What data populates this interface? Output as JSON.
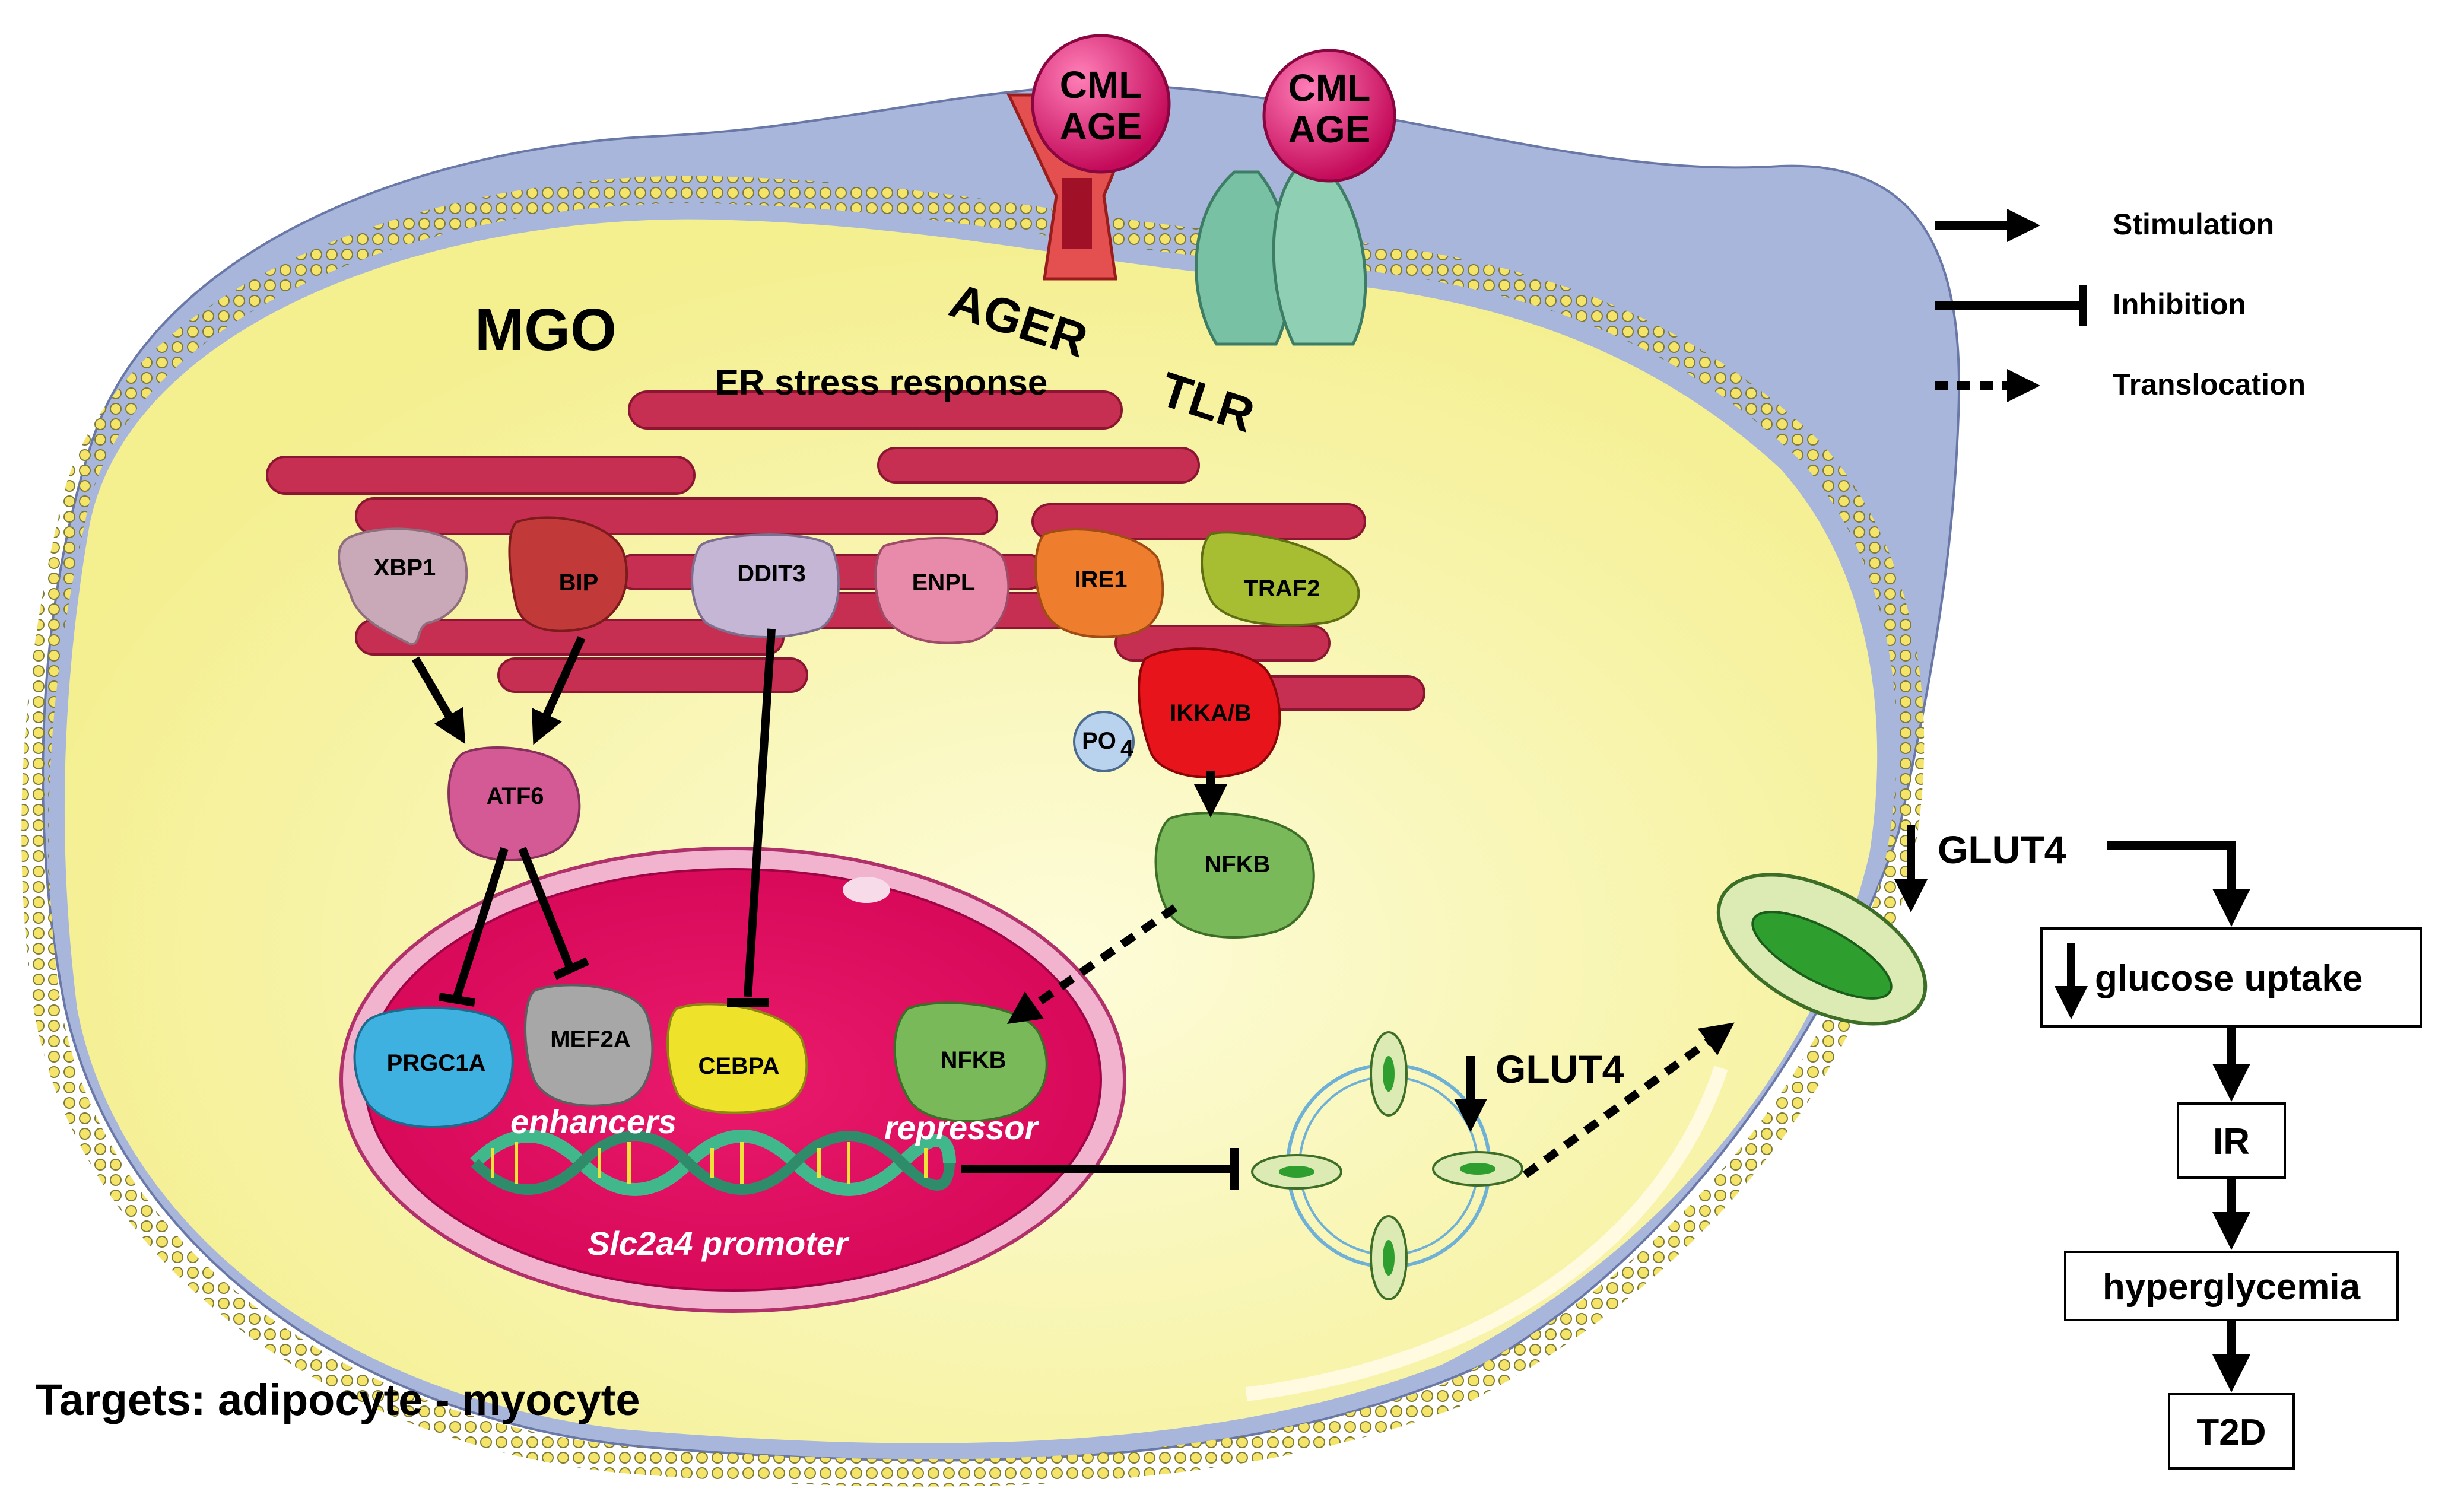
{
  "labels": {
    "mgo": "MGO",
    "er_stress": "ER stress response",
    "ager": "AGER",
    "tlr": "TLR",
    "cml1": "CML",
    "age1": "AGE",
    "cml2": "CML",
    "age2": "AGE",
    "targets": "Targets: adipocyte - myocyte",
    "enhancers": "enhancers",
    "repressor": "repressor",
    "promoter": "Slc2a4 promoter",
    "glut4_vesicle": "GLUT4",
    "glut4_membrane": "GLUT4",
    "po4": "PO",
    "po4_sub": "4"
  },
  "proteins": {
    "xbp1": "XBP1",
    "bip": "BIP",
    "ddit3": "DDIT3",
    "enpl": "ENPL",
    "ire1": "IRE1",
    "traf2": "TRAF2",
    "ikka": "IKKA/B",
    "atf6": "ATF6",
    "nfkb_cyto": "NFKB",
    "prgc1a": "PRGC1A",
    "mef2a": "MEF2A",
    "cebpa": "CEBPA",
    "nfkb_nuc": "NFKB"
  },
  "legend": {
    "stimulation": "Stimulation",
    "inhibition": "Inhibition",
    "translocation": "Translocation"
  },
  "outcomes": {
    "glucose_uptake": "glucose uptake",
    "ir": "IR",
    "hyperglycemia": "hyperglycemia",
    "t2d": "T2D"
  },
  "colors": {
    "cytoplasm": "#f7f3a0",
    "cell_outer": "#a9b6dc",
    "nucleus": "#e3045e",
    "er": "#c62f52",
    "xbp1": "#c9a9b7",
    "bip": "#c2393a",
    "ddit3": "#c5b6d6",
    "enpl": "#e88aa9",
    "ire1": "#ef7d2e",
    "traf2": "#a7be33",
    "ikka": "#e8141b",
    "atf6": "#d35a94",
    "nfkb": "#79b95a",
    "prgc1a": "#3fb1e0",
    "mef2a": "#a7a7a7",
    "cebpa": "#efe22b",
    "ligand": "#e00f6f",
    "ager": "#e4504f",
    "tlr": "#79c1a4",
    "glut4": "#2e9e2e"
  }
}
